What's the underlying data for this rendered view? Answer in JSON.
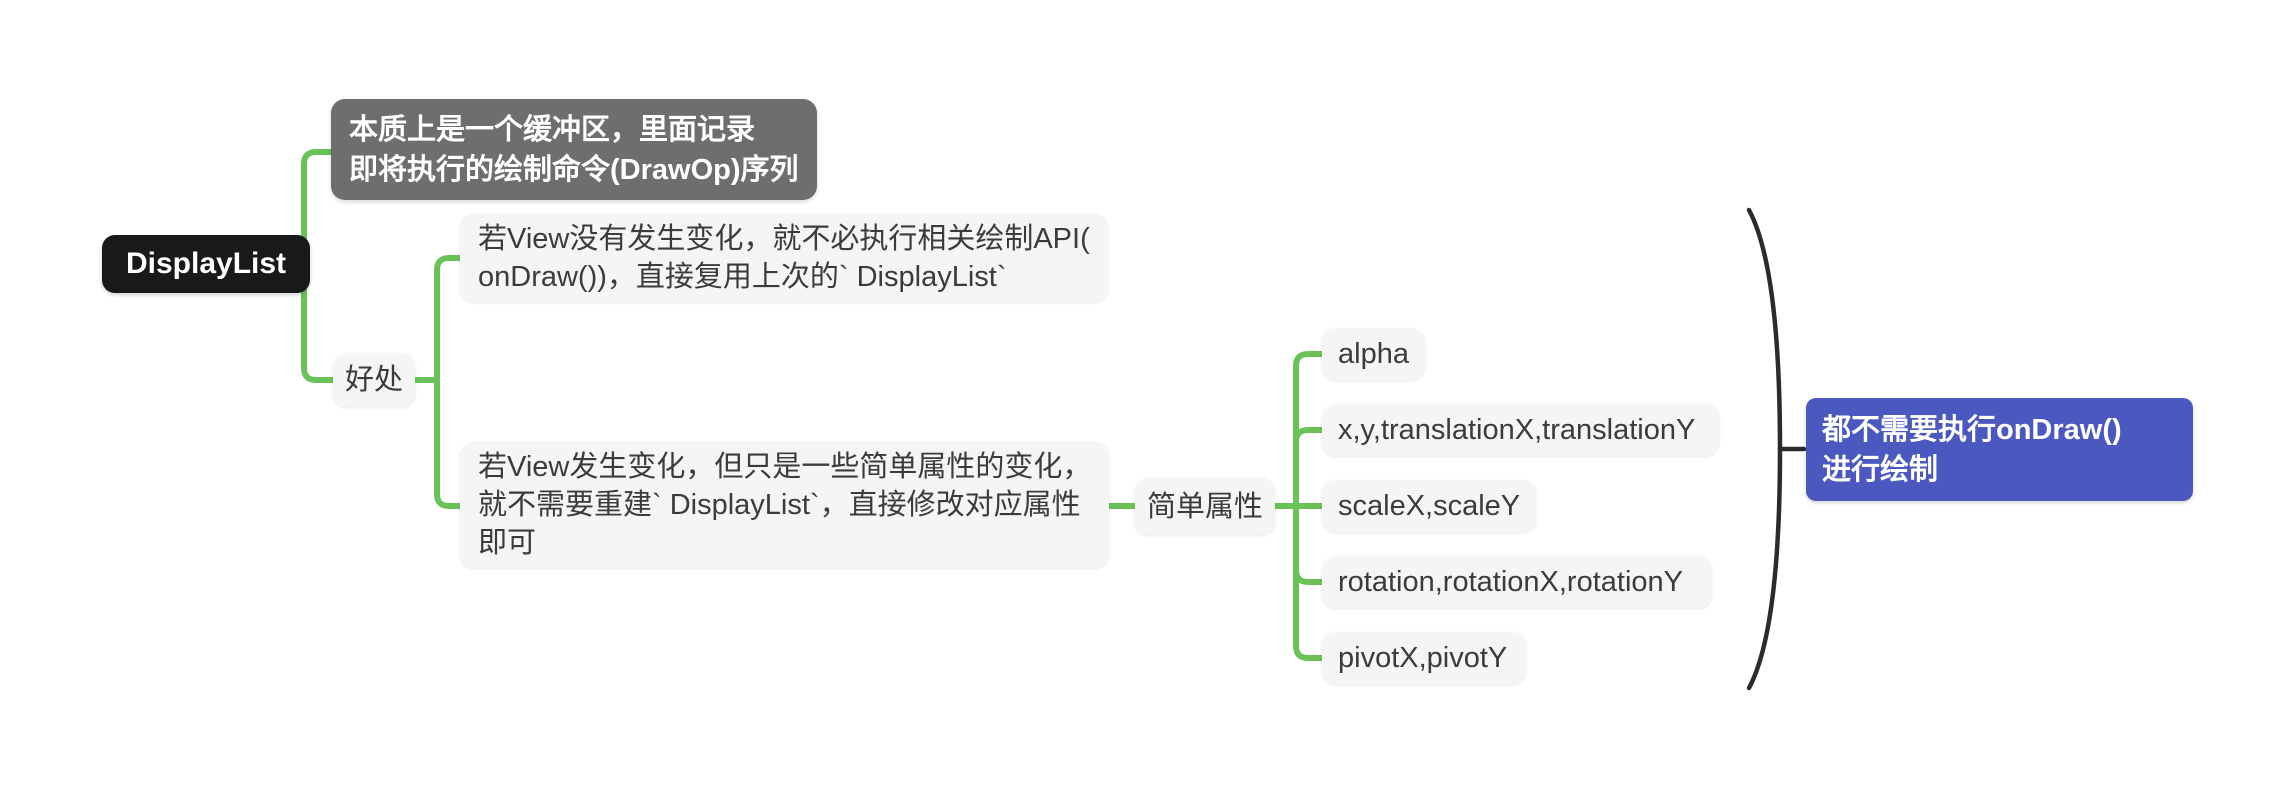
{
  "app": {
    "kind": "mindmap-screenshot"
  },
  "colors": {
    "background": "#ffffff",
    "branch_green": "#6bc259",
    "root_bg": "#17191b",
    "root_text": "#ffffff",
    "note_bg": "#6e6e6e",
    "note_text": "#ffffff",
    "topic_bg": "#f5f5f6",
    "topic_text": "#3b3b3b",
    "summary_bg": "#4a58bf",
    "summary_text": "#ffffff",
    "brace_stroke": "#2b2b2f"
  },
  "mindmap": {
    "root": {
      "label": "DisplayList"
    },
    "essence_note": {
      "text": "本质上是一个缓冲区，里面记录\n即将执行的绘制命令(DrawOp)序列"
    },
    "benefits": {
      "label": "好处"
    },
    "benefit_no_change": {
      "text": "若View没有发生变化，就不必执行相关绘制API(\nonDraw())，直接复用上次的` DisplayList`"
    },
    "benefit_simple_change": {
      "text": "若View发生变化，但只是一些简单属性的变化，\n就不需要重建` DisplayList`，直接修改对应属性\n即可"
    },
    "simple_props": {
      "label": "简单属性"
    },
    "props": [
      {
        "label": "alpha"
      },
      {
        "label": "x,y,translationX,translationY"
      },
      {
        "label": "scaleX,scaleY"
      },
      {
        "label": "rotation,rotationX,rotationY"
      },
      {
        "label": "pivotX,pivotY"
      }
    ],
    "summary": {
      "text": "都不需要执行onDraw()\n进行绘制"
    }
  }
}
